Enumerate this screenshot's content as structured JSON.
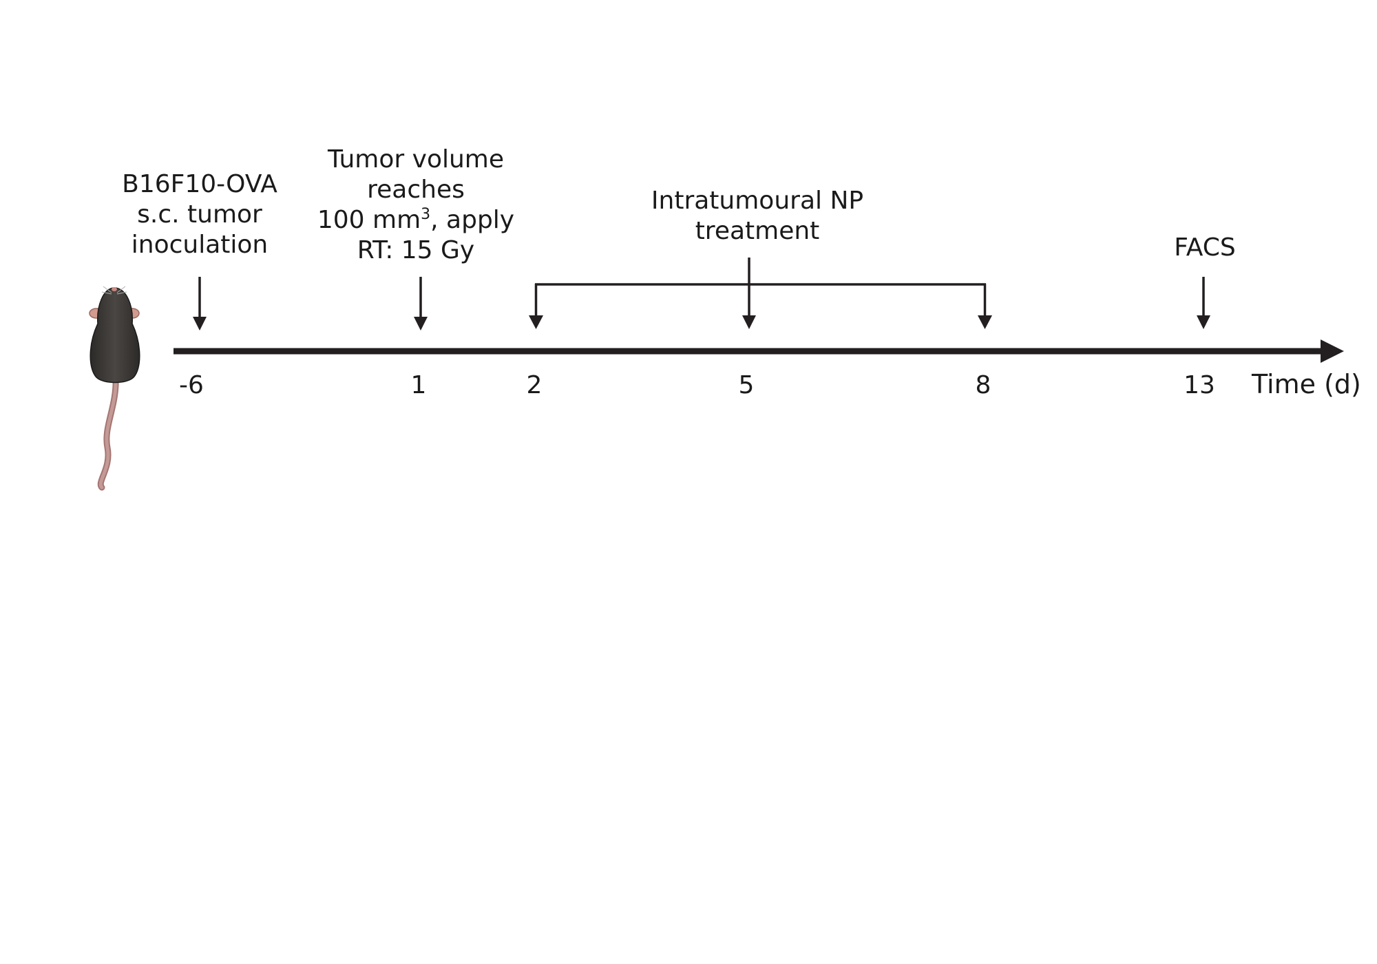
{
  "timeline": {
    "axis_title": "Time (d)",
    "ticks": [
      "-6",
      "1",
      "2",
      "5",
      "8",
      "13"
    ],
    "events": {
      "inoculation": {
        "lines": [
          "B16F10-OVA",
          "s.c. tumor",
          "inoculation"
        ]
      },
      "radiotherapy": {
        "line1": "Tumor volume",
        "line2": "reaches",
        "line3_main": "100 mm",
        "line3_sup": "3",
        "line3_rest": ", apply",
        "line4": "RT: 15 Gy"
      },
      "np_treatment": {
        "lines": [
          "Intratumoural NP",
          "treatment"
        ]
      },
      "facs": {
        "lines": [
          "FACS"
        ]
      }
    }
  },
  "colors": {
    "axis": "#231f20",
    "arrow": "#231f20",
    "mouse_body": "#3d3a37",
    "mouse_tail": "#b98a86",
    "mouse_ear": "#d39a8f"
  },
  "icons": {
    "mouse": "mouse-icon"
  }
}
